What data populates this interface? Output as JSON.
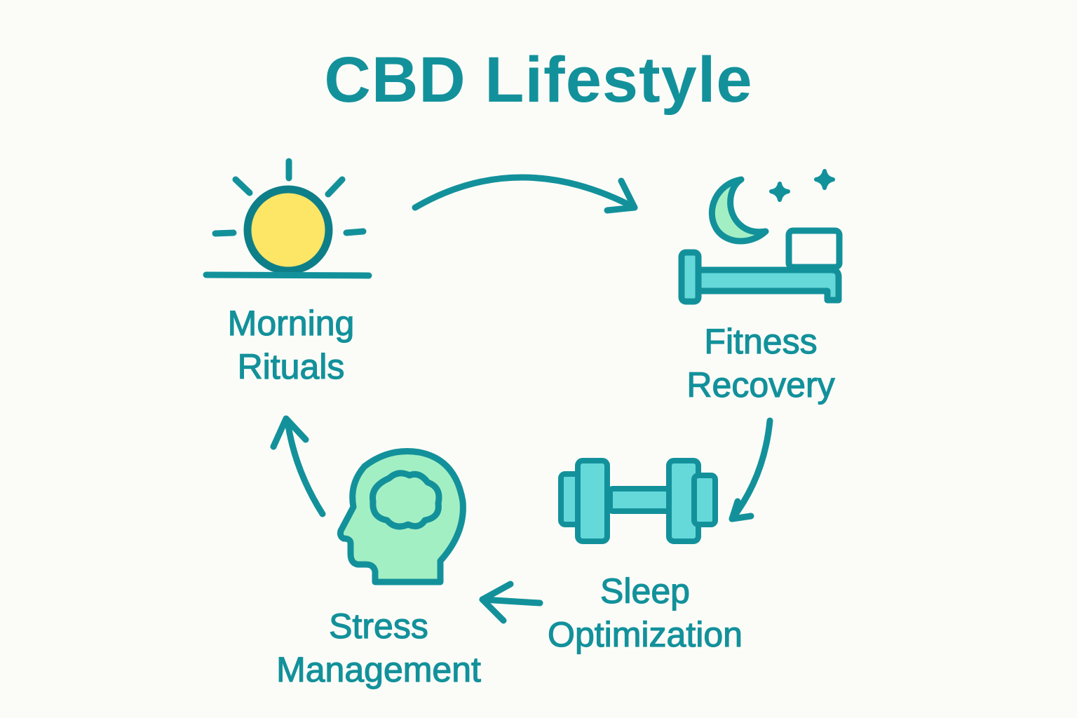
{
  "title": "CBD Lifestyle",
  "colors": {
    "primary": "#13919b",
    "dark_stroke": "#0e7f88",
    "sun_fill": "#fde566",
    "mint_fill": "#a3efc4",
    "aqua_fill": "#65d8da",
    "background": "#fbfcf8"
  },
  "nodes": [
    {
      "id": "morning",
      "icon": "sun-icon",
      "label_lines": [
        "Morning",
        "Rituals"
      ]
    },
    {
      "id": "fitness",
      "icon": "moon-bed-icon",
      "label_lines": [
        "Fitness",
        "Recovery"
      ]
    },
    {
      "id": "sleep",
      "icon": "dumbbell-icon",
      "label_lines": [
        "Sleep",
        "Optimization"
      ]
    },
    {
      "id": "stress",
      "icon": "head-cloud-icon",
      "label_lines": [
        "Stress",
        "Management"
      ]
    }
  ],
  "arrows": [
    {
      "from": "morning",
      "to": "fitness",
      "direction": "clockwise"
    },
    {
      "from": "fitness",
      "to": "sleep",
      "direction": "clockwise"
    },
    {
      "from": "sleep",
      "to": "stress",
      "direction": "clockwise"
    },
    {
      "from": "stress",
      "to": "morning",
      "direction": "clockwise"
    }
  ]
}
